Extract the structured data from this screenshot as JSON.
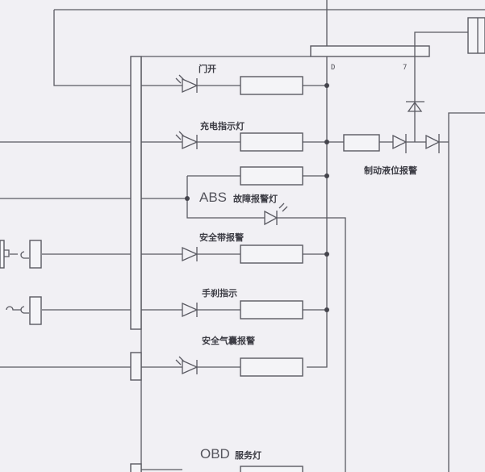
{
  "diagram": {
    "labels": {
      "door_open": "门开",
      "charge_indicator": "充电指示灯",
      "abs_prefix": "ABS",
      "abs_fault": "故障报警灯",
      "seatbelt_warning": "安全带报警",
      "handbrake_indicator": "手刹指示",
      "airbag_warning": "安全气囊报警",
      "brake_fluid_warning": "制动液位报警",
      "obd_prefix": "OBD",
      "obd_service": "服务灯"
    },
    "pins": {
      "bus_d": "D",
      "pin_7": "7"
    }
  }
}
